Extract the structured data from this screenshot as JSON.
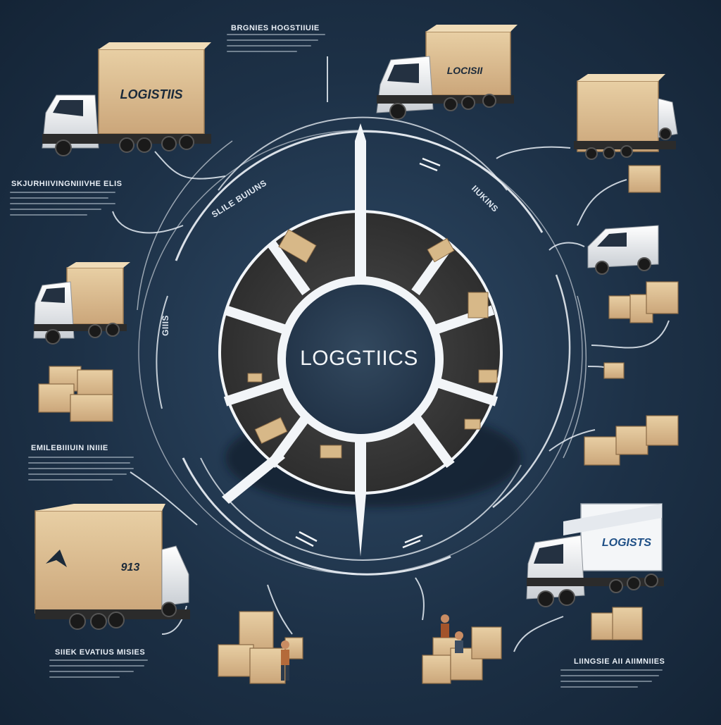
{
  "center": {
    "title": "LOGGTIICS"
  },
  "labels": {
    "top": "BRGNIES HOGSTIIUIE",
    "left_upper": "SKJURHIIVINGNIIIVHE ELIS",
    "left_middle": "EMILEBIIIUIN INIIIE",
    "bottom_left": "SIIEK EVATIUS MISIES",
    "bottom_right": "LIINGSIE AII AIIMNIIES",
    "ring_upper_left": "SLILE BUIUNS",
    "ring_upper_right": "IIUKINS",
    "ring_left": "GIIIS"
  },
  "trucks": {
    "top_left_logo": "LOGISTIIS",
    "top_center_logo": "LOCISII",
    "bottom_left_number": "913",
    "bottom_right_logo": "LOGISTS"
  },
  "colors": {
    "background": "#1d3147",
    "box": "#d9b98c",
    "ring": "#f2f5f8",
    "hub": "#2a3e55"
  }
}
